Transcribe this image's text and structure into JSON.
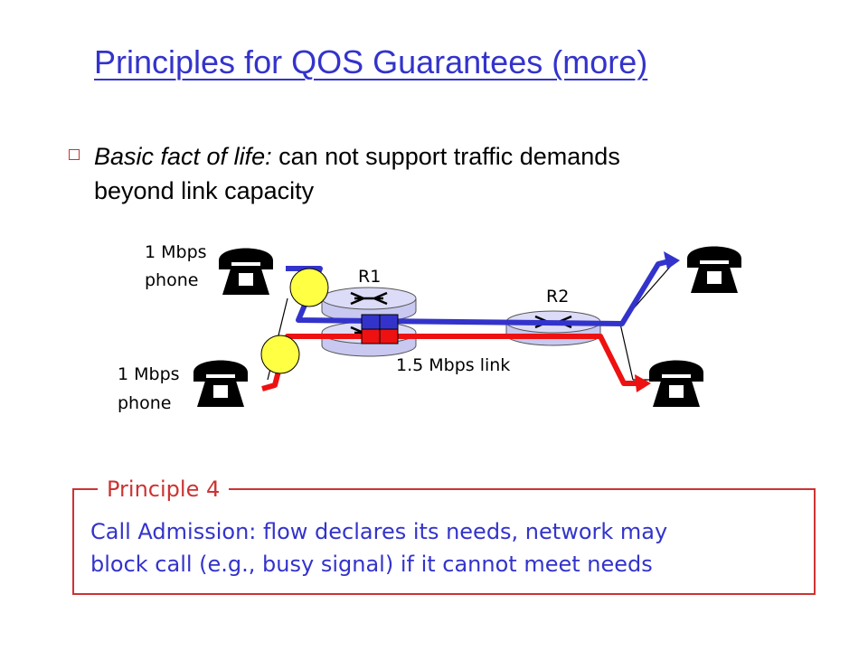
{
  "slide": {
    "title": "Principles for QOS Guarantees (more)",
    "bullet": {
      "lead": "Basic fact of life:",
      "line1_rest": " can not support traffic demands",
      "line2": "beyond link capacity"
    }
  },
  "diagram": {
    "phone_top_label_1": "1 Mbps",
    "phone_top_label_2": "phone",
    "phone_bottom_label_1": "1 Mbps",
    "phone_bottom_label_2": "phone",
    "router_1_label": "R1",
    "router_2_label": "R2",
    "link_label": "1.5 Mbps link",
    "colors": {
      "flow_blue": "#3333cc",
      "flow_red": "#ee1111",
      "policer_yellow": "#ffff44",
      "router_fill": "#c8c8f0"
    }
  },
  "principle": {
    "title": "Principle 4",
    "line1": "Call Admission: flow declares its needs, network may",
    "line2": "block call (e.g., busy signal) if it cannot meet needs"
  }
}
